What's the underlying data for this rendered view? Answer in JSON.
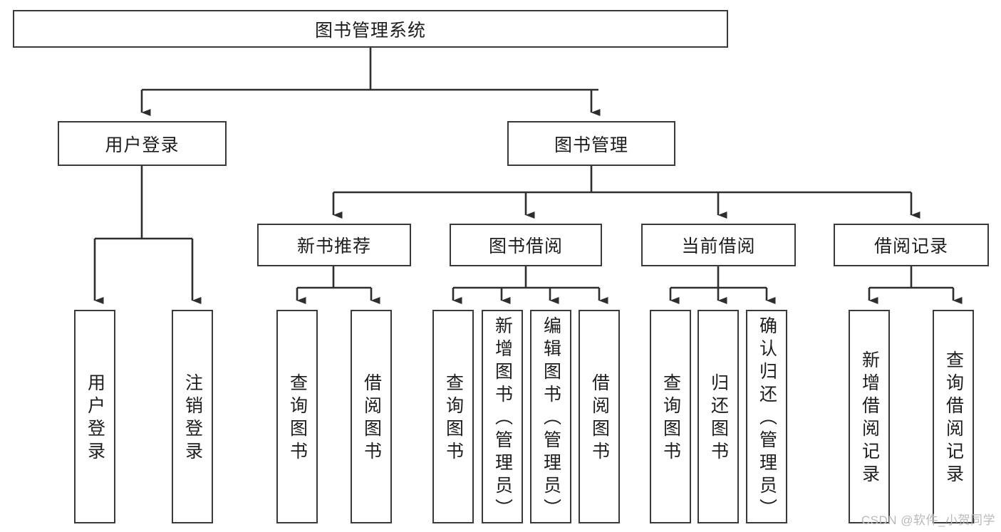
{
  "diagram": {
    "type": "tree",
    "title": "图书管理系统",
    "root": {
      "label": "图书管理系统"
    },
    "level2": [
      {
        "label": "用户登录"
      },
      {
        "label": "图书管理"
      }
    ],
    "level3": [
      {
        "label": "新书推荐"
      },
      {
        "label": "图书借阅"
      },
      {
        "label": "当前借阅"
      },
      {
        "label": "借阅记录"
      }
    ],
    "leaves": [
      {
        "label": "用户登录",
        "parent": "用户登录"
      },
      {
        "label": "注销登录",
        "parent": "用户登录"
      },
      {
        "label": "查询图书",
        "parent": "新书推荐"
      },
      {
        "label": "借阅图书",
        "parent": "新书推荐"
      },
      {
        "label": "查询图书",
        "parent": "图书借阅"
      },
      {
        "label": "新增图书（管理员）",
        "parent": "图书借阅"
      },
      {
        "label": "编辑图书（管理员）",
        "parent": "图书借阅"
      },
      {
        "label": "借阅图书",
        "parent": "图书借阅"
      },
      {
        "label": "查询图书",
        "parent": "当前借阅"
      },
      {
        "label": "归还图书",
        "parent": "当前借阅"
      },
      {
        "label": "确认归还（管理员）",
        "parent": "当前借阅"
      },
      {
        "label": "新增借阅记录",
        "parent": "借阅记录"
      },
      {
        "label": "查询借阅记录",
        "parent": "借阅记录"
      }
    ]
  },
  "watermark": {
    "text": "CSDN @软件_小贺同学"
  },
  "colors": {
    "box_border": "#3a3a3a",
    "box_fill": "#ffffff",
    "connector": "#2e2e2e",
    "text": "#1d1d1d",
    "watermark": "#b9b9b9"
  }
}
